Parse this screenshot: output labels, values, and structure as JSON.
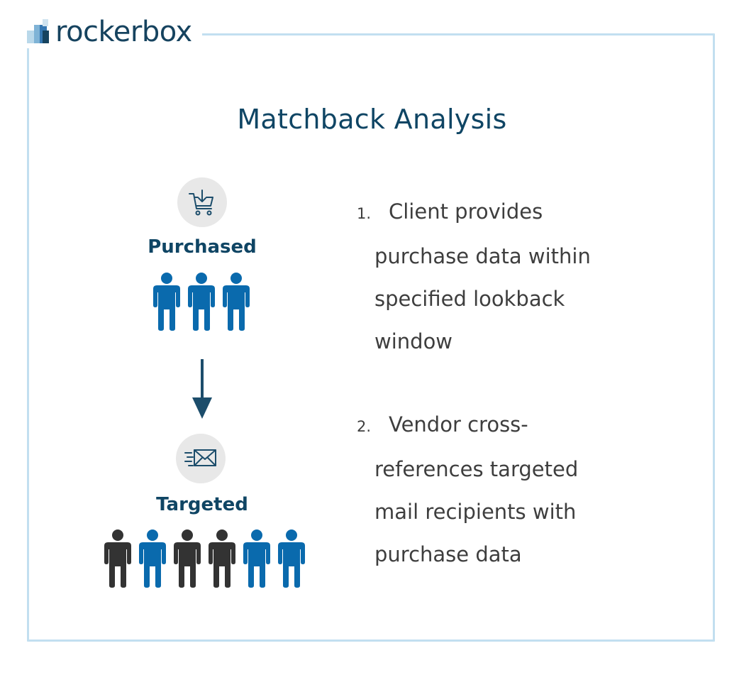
{
  "brand": {
    "name": "rockerbox",
    "colors": {
      "text": "#16435f",
      "mark": [
        "#b9d8ea",
        "#6ea8cd",
        "#3477b2",
        "#16435f"
      ]
    }
  },
  "title": "Matchback Analysis",
  "left_panel": {
    "purchased": {
      "icon": "shopping-cart-download-icon",
      "label": "Purchased",
      "people": [
        "blue",
        "blue",
        "blue"
      ]
    },
    "arrow": "arrow-down-icon",
    "targeted": {
      "icon": "mail-send-icon",
      "label": "Targeted",
      "people": [
        "dark",
        "blue",
        "dark",
        "dark",
        "blue",
        "blue"
      ]
    }
  },
  "steps": [
    {
      "number": "1.",
      "lines": [
        "Client provides",
        "purchase data within",
        "specified lookback",
        "window"
      ]
    },
    {
      "number": "2.",
      "lines": [
        "Vendor cross-",
        "references targeted",
        "mail recipients with",
        "purchase data"
      ]
    }
  ],
  "colors": {
    "accent_dark": "#0f4564",
    "person_blue": "#0a6aad",
    "person_dark": "#333333",
    "border": "#c2dff0",
    "icon_bg": "#e8e8e8",
    "body_text": "#3e3e3e"
  }
}
